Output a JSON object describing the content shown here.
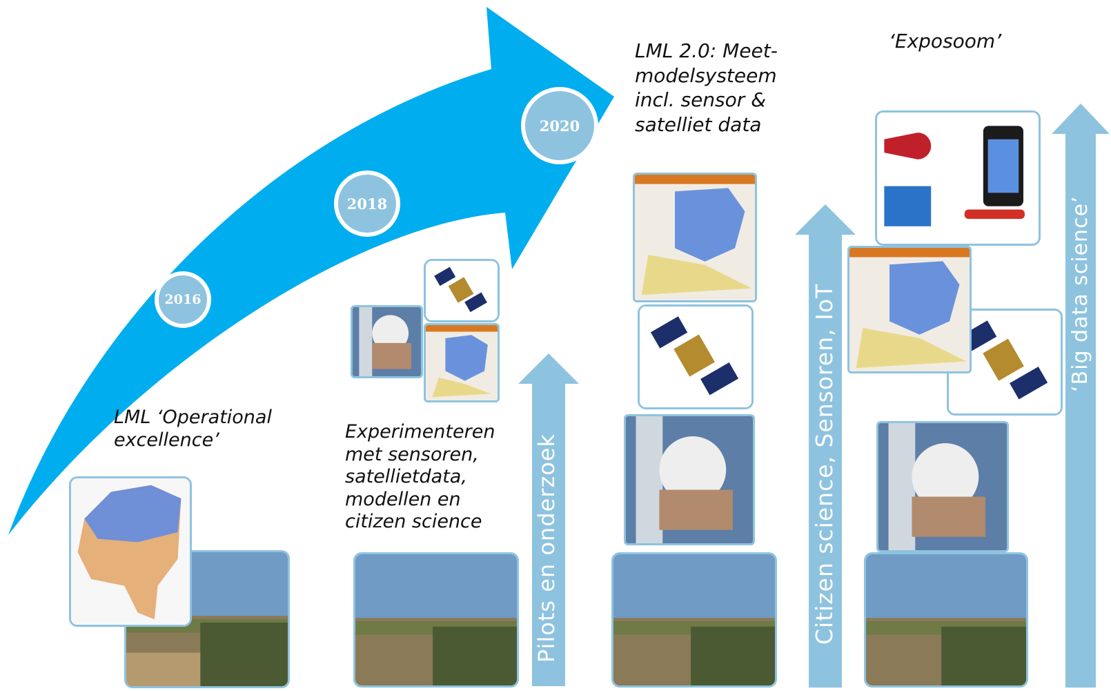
{
  "colors": {
    "big_arrow": "#00adee",
    "up_arrow": "#8ec3df",
    "frame": "#8ec3df"
  },
  "years": [
    "2016",
    "2018",
    "2020"
  ],
  "labels": {
    "lml_title": [
      "LML ‘Operational",
      "excellence’"
    ],
    "experiment": [
      "Experimenteren",
      "met sensoren,",
      "satellietdata,",
      "modellen en",
      "citizen science"
    ],
    "lml20": [
      "LML 2.0: Meet-",
      "modelsysteem",
      "incl. sensor &",
      "satelliet data"
    ],
    "exposoom": "‘Exposoom’"
  },
  "vertical_arrows": {
    "pilots": "Pilots en onderzoek",
    "citizen": "Citizen science,  Sensoren,  IoT",
    "bigdata": "‘Big data science’"
  }
}
